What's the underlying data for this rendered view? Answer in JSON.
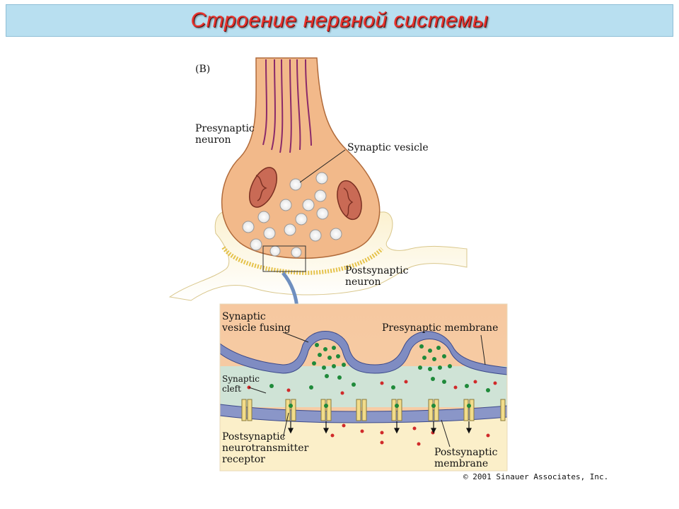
{
  "title": "Строение нервной системы",
  "panel_label": "(B)",
  "labels": {
    "presynaptic_neuron": [
      "Presynaptic",
      "neuron"
    ],
    "synaptic_vesicle": "Synaptic vesicle",
    "postsynaptic_neuron": [
      "Postsynaptic",
      "neuron"
    ],
    "vesicle_fusing": [
      "Synaptic",
      "vesicle fusing"
    ],
    "presynaptic_membrane": "Presynaptic membrane",
    "synaptic_cleft": [
      "Synaptic",
      "cleft"
    ],
    "receptor": [
      "Postsynaptic",
      "neurotransmitter",
      "receptor"
    ],
    "postsynaptic_membrane": [
      "Postsynaptic",
      "membrane"
    ]
  },
  "copyright": "© 2001 Sinauer Associates, Inc.",
  "colors": {
    "neuron_fill": "#f2b98a",
    "neuron_stroke": "#b06a3a",
    "axon_fiber": "#8a2a6a",
    "postsynaptic_fill": "#f3e4b0",
    "cleft_fill": "#cfe3d6",
    "membrane": "#5c6aa8",
    "neurotransmitter": "#1f8a3a",
    "ion": "#d02a2a",
    "arrow": "#6f8fbf",
    "title": "#e8332d",
    "title_bar": "#b8dff0"
  }
}
